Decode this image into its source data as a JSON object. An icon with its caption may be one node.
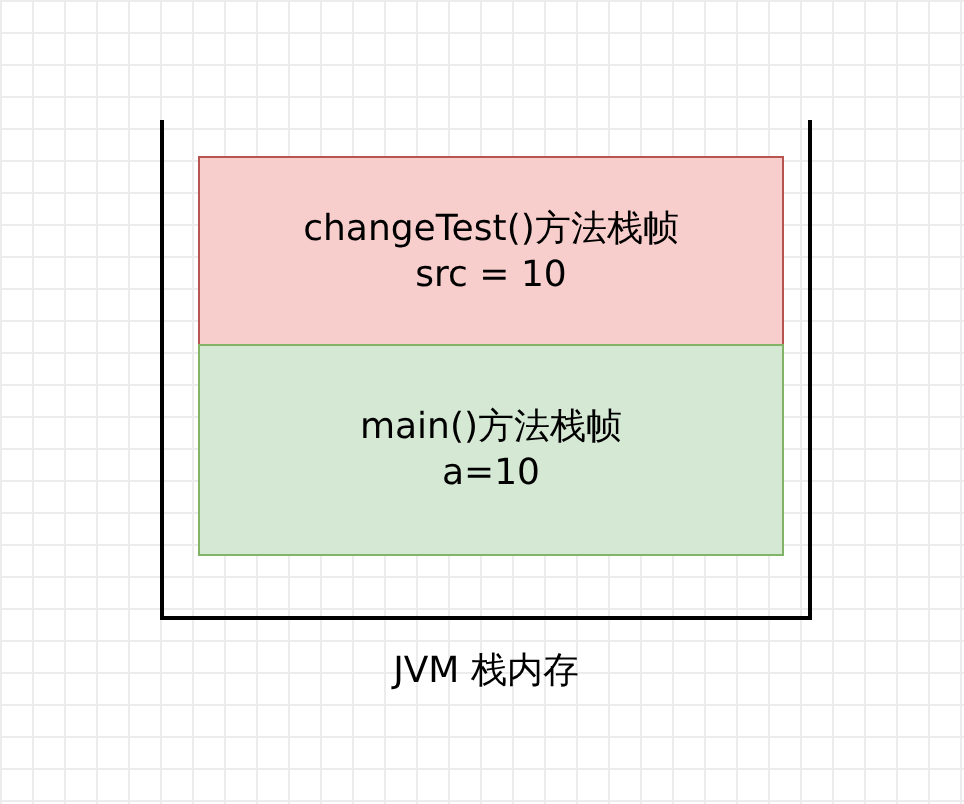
{
  "diagram": {
    "nodes": [
      {
        "text": [
          "JVM 栈内存"
        ]
      },
      {
        "text": [
          "changeTest()方法栈帧",
          "src = 10"
        ],
        "in": 0
      },
      {
        "text": [
          "main()方法栈帧",
          "a=10"
        ],
        "in": 0
      }
    ]
  }
}
